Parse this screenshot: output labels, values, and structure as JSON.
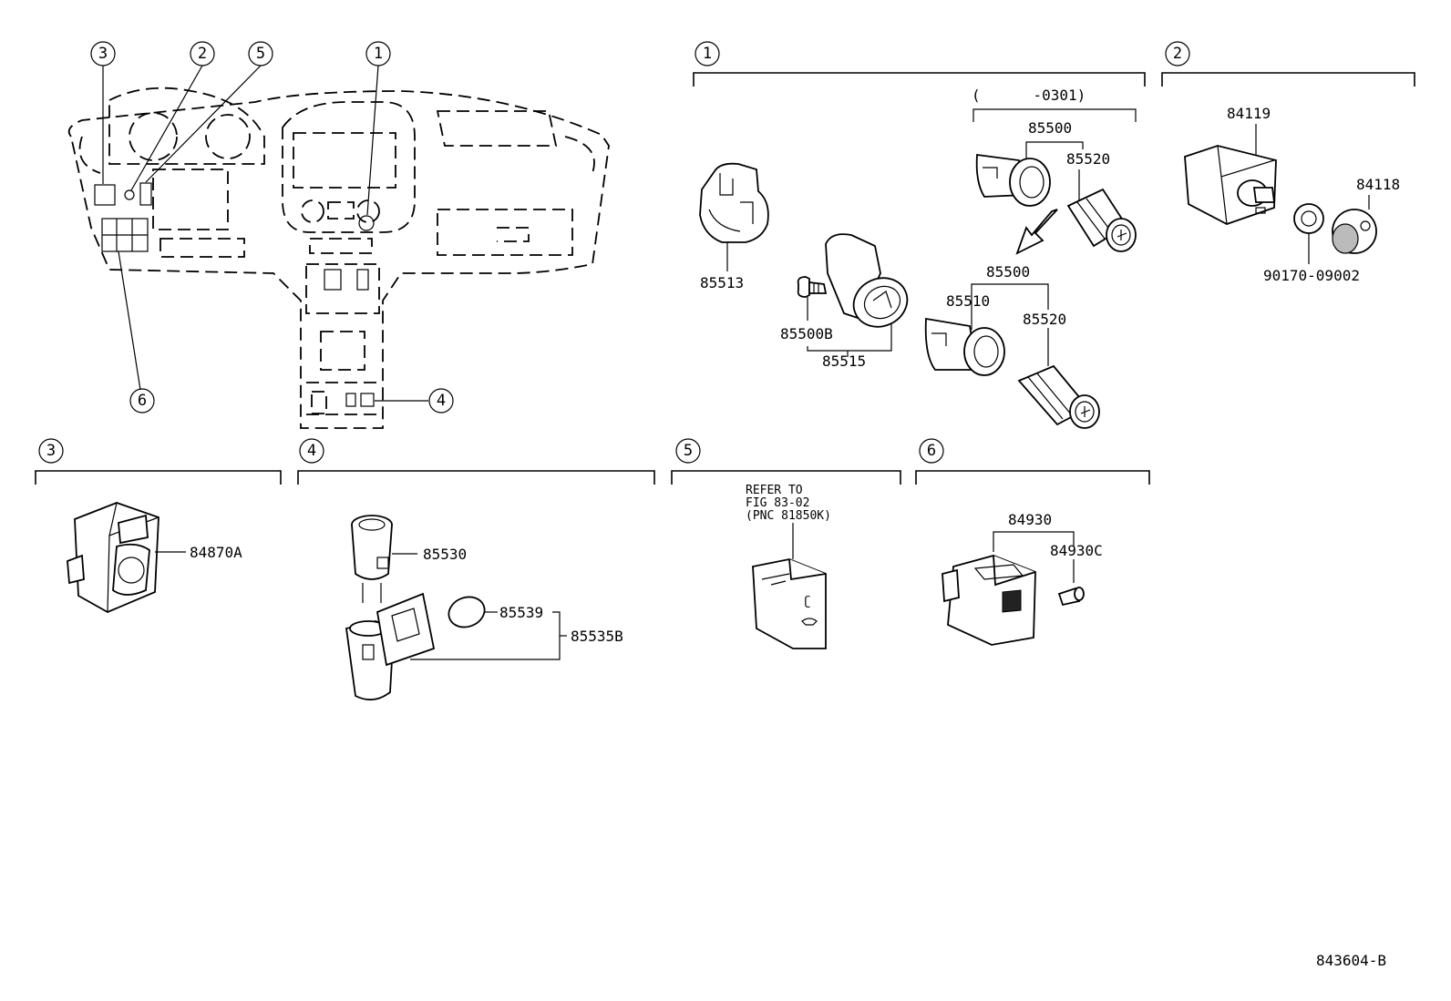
{
  "diagram_id": "843604-B",
  "dash_callouts": [
    "3",
    "2",
    "5",
    "1",
    "6",
    "4"
  ],
  "sections": [
    {
      "id": "1",
      "label": "1"
    },
    {
      "id": "2",
      "label": "2"
    },
    {
      "id": "3",
      "label": "3"
    },
    {
      "id": "4",
      "label": "4"
    },
    {
      "id": "5",
      "label": "5"
    },
    {
      "id": "6",
      "label": "6"
    }
  ],
  "section1": {
    "range_note": "(      -0301)",
    "parts": {
      "p85513": "85513",
      "p85500B": "85500B",
      "p85515": "85515",
      "p85500_top": "85500",
      "p85520_top": "85520",
      "p85500_bot": "85500",
      "p85510": "85510",
      "p85520_bot": "85520"
    }
  },
  "section2": {
    "parts": {
      "p84119": "84119",
      "p84118": "84118",
      "p90170": "90170-09002"
    }
  },
  "section3": {
    "parts": {
      "p84870A": "84870A"
    }
  },
  "section4": {
    "parts": {
      "p85530": "85530",
      "p85539": "85539",
      "p85535B": "85535B"
    }
  },
  "section5": {
    "note_lines": [
      "REFER TO",
      "FIG 83-02",
      "(PNC 81850K)"
    ]
  },
  "section6": {
    "parts": {
      "p84930": "84930",
      "p84930C": "84930C"
    }
  }
}
